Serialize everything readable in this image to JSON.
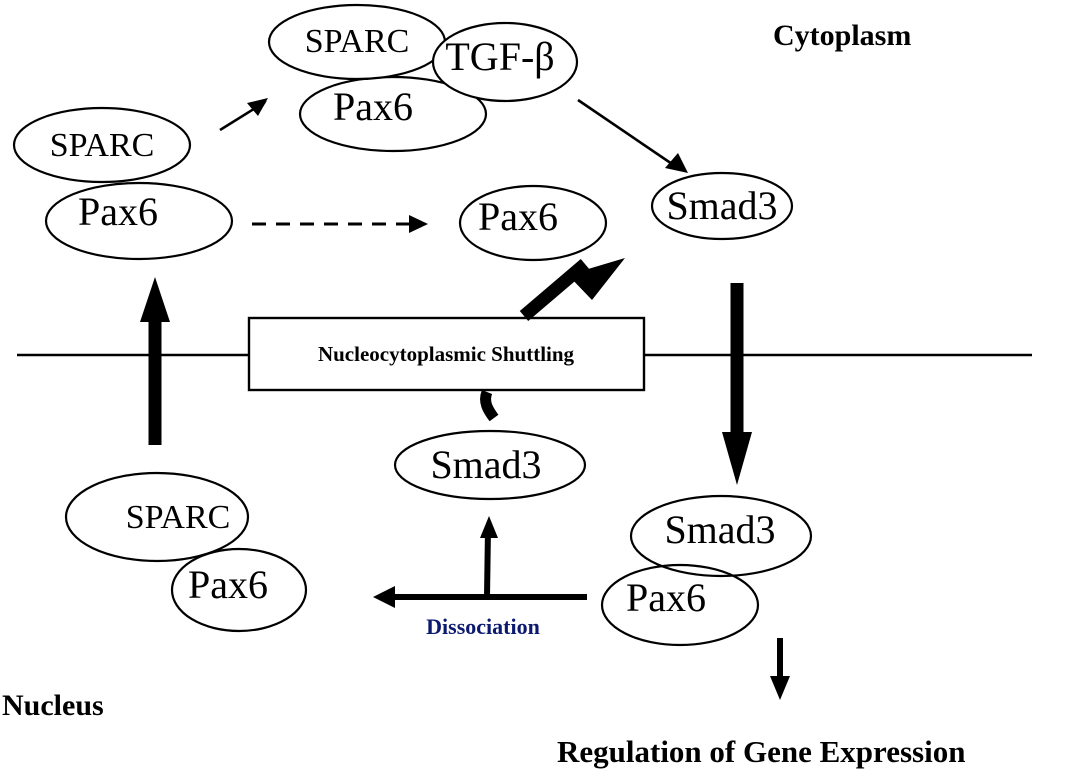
{
  "diagram": {
    "compartments": {
      "cytoplasm": "Cytoplasm",
      "nucleus": "Nucleus"
    },
    "membrane_box": "Nucleocytoplasmic Shuttling",
    "process_label": "Dissociation",
    "process_label_color": "#0b1a6e",
    "outcome": "Regulation of Gene Expression",
    "nodes": {
      "cyto_complex_left": {
        "top": "SPARC",
        "bottom": "Pax6"
      },
      "cyto_complex_top": {
        "left": "SPARC",
        "right": "TGF-β",
        "bottom": "Pax6"
      },
      "cyto_pair": {
        "left": "Pax6",
        "right": "Smad3"
      },
      "nuc_smad3_free": "Smad3",
      "nuc_complex_left": {
        "top": "SPARC",
        "bottom": "Pax6"
      },
      "nuc_complex_right": {
        "top": "Smad3",
        "bottom": "Pax6"
      }
    },
    "edges": [
      {
        "from": "SPARC-Pax6 (cytoplasm)",
        "to": "SPARC-TGF-β-Pax6",
        "style": "thin"
      },
      {
        "from": "SPARC-TGF-β-Pax6",
        "to": "Smad3 (cytoplasm)",
        "style": "thin"
      },
      {
        "from": "SPARC-Pax6 (cytoplasm)",
        "to": "Pax6-Smad3 (cytoplasm)",
        "style": "dashed"
      },
      {
        "from": "Pax6-Smad3 (cytoplasm)",
        "to": "Smad3-Pax6 (nucleus)",
        "style": "thick"
      },
      {
        "from": "Smad3-Pax6 (nucleus)",
        "to": "SPARC-Pax6 (nucleus)",
        "style": "medium",
        "label": "Dissociation"
      },
      {
        "from": "Dissociation",
        "to": "Smad3 (nucleus)",
        "style": "medium"
      },
      {
        "from": "Smad3 (nucleus)",
        "to": "Pax6-Smad3 (cytoplasm)",
        "style": "thick",
        "via": "Nucleocytoplasmic Shuttling"
      },
      {
        "from": "SPARC-Pax6 (nucleus)",
        "to": "SPARC-Pax6 (cytoplasm)",
        "style": "thick"
      },
      {
        "from": "Smad3-Pax6 (nucleus)",
        "to": "Regulation of Gene Expression",
        "style": "medium"
      }
    ]
  }
}
